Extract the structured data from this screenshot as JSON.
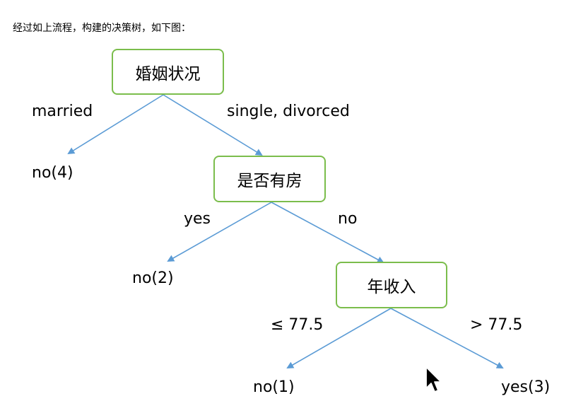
{
  "intro_text": "经过如上流程，构建的决策树，如下图：",
  "nodes": {
    "marital": "婚姻状况",
    "house": "是否有房",
    "income": "年收入"
  },
  "edges": {
    "married": "married",
    "single_divorced": "single, divorced",
    "yes": "yes",
    "no": "no",
    "le": "≤ 77.5",
    "gt": "> 77.5"
  },
  "leaves": {
    "no4": "no(4)",
    "no2": "no(2)",
    "no1": "no(1)",
    "yes3": "yes(3)"
  },
  "colors": {
    "node_border": "#7bbd4c",
    "edge": "#5b9bd5"
  },
  "icons": {
    "cursor": "mouse-pointer-icon"
  }
}
